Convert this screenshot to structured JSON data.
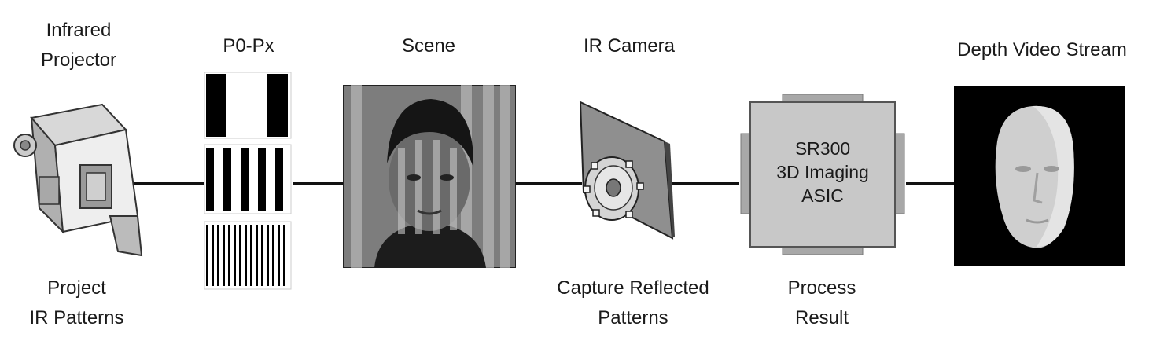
{
  "stages": {
    "projector": {
      "title": "Infrared\nProjector",
      "caption": "Project\nIR Patterns"
    },
    "patterns": {
      "title": "P0-Px"
    },
    "scene": {
      "title": "Scene"
    },
    "camera": {
      "title": "IR Camera",
      "caption": "Capture Reflected\nPatterns"
    },
    "asic": {
      "text": "SR300\n3D Imaging\nASIC",
      "caption": "Process\nResult"
    },
    "output": {
      "title": "Depth Video Stream"
    }
  },
  "icons": [
    "projector-icon",
    "stripe-pattern-icon",
    "scene-face-icon",
    "camera-icon",
    "asic-chip-icon",
    "depth-face-icon"
  ]
}
